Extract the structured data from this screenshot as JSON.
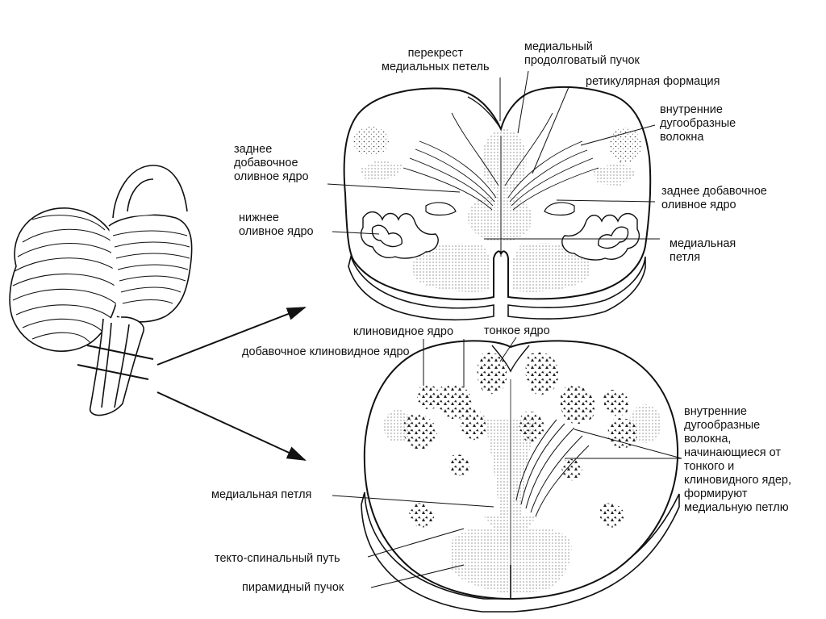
{
  "labels": {
    "perekrest": "перекрест\nмедиальных петель",
    "med_prod_puchok": "медиальный\nпродолговатый пучок",
    "retikul": "ретикулярная формация",
    "vnutr_dug_top": "внутренние\nдугообразные\nволокна",
    "zadnee_dob_left": "заднее\nдобавочное\nоливное ядро",
    "zadnee_dob_right": "заднее добавочное\nоливное ядро",
    "nizhnee_oliv": "нижнее\nоливное ядро",
    "medialnaya_petlya_top": "медиальная\nпетля",
    "klinovidnoe": "клиновидное ядро",
    "tonkoe": "тонкое ядро",
    "dobavochnoe_klin": "добавочное клиновидное ядро",
    "vnutr_dug_bottom": "внутренние\nдугообразные\nволокна,\nначинающиеся от\nтонкого и\nклиновидного ядер,\nформируют\nмедиальную петлю",
    "medialnaya_petlya_bottom": "медиальная петля",
    "tekto": "текто-спинальный путь",
    "piramid": "пирамидный пучок"
  }
}
